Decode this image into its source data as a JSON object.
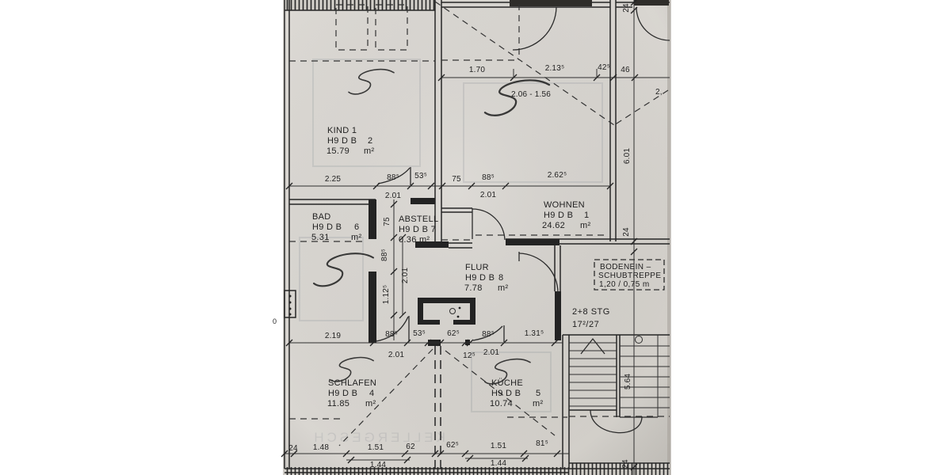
{
  "rooms": {
    "kind1": {
      "name": "KIND 1",
      "code": "H9 D B",
      "num": "2",
      "area": "15.79",
      "unit": "m²"
    },
    "bad": {
      "name": "BAD",
      "code": "H9 D B",
      "num": "6",
      "area": "5.31",
      "unit": "m²"
    },
    "abstell": {
      "name": "ABSTELL",
      "code": "H9 D B 7",
      "area": "0.36 m²"
    },
    "wohnen": {
      "name": "WOHNEN",
      "code": "H9 D B",
      "num": "1",
      "area": "24.62",
      "unit": "m²"
    },
    "flur": {
      "name": "FLUR",
      "code": "H9 D B",
      "num": "8",
      "area": "7.78",
      "unit": "m²"
    },
    "schlafen": {
      "name": "SCHLAFEN",
      "code": "H9 D B",
      "num": "4",
      "area": "11.85",
      "unit": "m²"
    },
    "kueche": {
      "name": "KÜCHE",
      "code": "H9 D B",
      "num": "5",
      "area": "10.74",
      "unit": "m²"
    }
  },
  "annotations": {
    "attic_hatch": {
      "line1": "BODENEIN –",
      "line2": "SCHUBTREPPE",
      "line3": "1,20 / 0,75 m"
    },
    "stairs": {
      "line1": "2+8 STG",
      "line2": "17²/27"
    },
    "roof_height": "2.06 - 1.56",
    "edge_note": "2,",
    "bleed_text": "KELLERGESCH"
  },
  "dims": {
    "top": {
      "d1": "1.70",
      "d2": "2.13⁵",
      "d3": "42⁵",
      "d4": "46"
    },
    "row1": {
      "d1": "2.25",
      "d2": "88⁵",
      "d3": "53⁵",
      "d4": "75",
      "d5": "88⁵",
      "d6": "2.62⁵",
      "u1": "2.01",
      "u2": "2.01"
    },
    "vmid": {
      "d1": "75",
      "d2": "88⁵",
      "d3": "2.01",
      "d4": "1.12⁵"
    },
    "row2": {
      "d1": "2.19",
      "d2": "88⁵",
      "d3": "53⁵",
      "d4": "62⁵",
      "d5": "88⁵",
      "d6": "1.31⁵",
      "u1": "2.01",
      "u2": "12⁵",
      "u3": "2.01"
    },
    "bottom": {
      "d1": "24",
      "d2": "1.48",
      "d3": "1.51",
      "d4": "62",
      "d5": "62⁵",
      "d6": "1.51",
      "d7": "81⁵",
      "u1": "1.44",
      "u2": "1.44"
    },
    "vright": {
      "d1": "24",
      "d2": "6.01",
      "d3": "24",
      "d4": "5.64",
      "d5": "24"
    },
    "left_edge": "0"
  }
}
